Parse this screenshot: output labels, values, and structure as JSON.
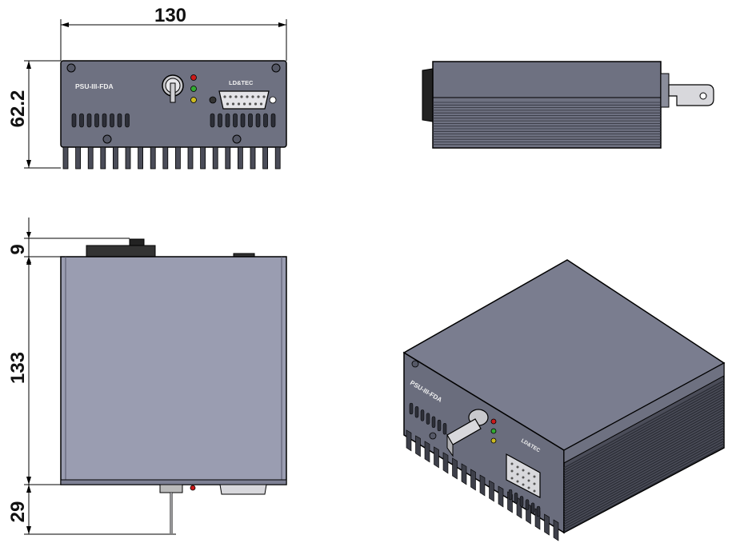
{
  "dimensions": {
    "width": "130",
    "front_height": "62.2",
    "top_overhang": "9",
    "depth": "133",
    "bottom_protrusion": "29"
  },
  "labels": {
    "model": "PSU-III-FDA",
    "connector": "LD&TEC",
    "connector_iso": "LD&TEC"
  },
  "colors": {
    "body": "#6e7181",
    "body_dark": "#555866",
    "body_light": "#9a9db1",
    "top_face": "#9ea2b6",
    "fin": "#4a4c58",
    "led_red": "#cc1a1a",
    "led_green": "#33aa33",
    "led_yellow": "#ccbb22",
    "line": "#000000"
  }
}
